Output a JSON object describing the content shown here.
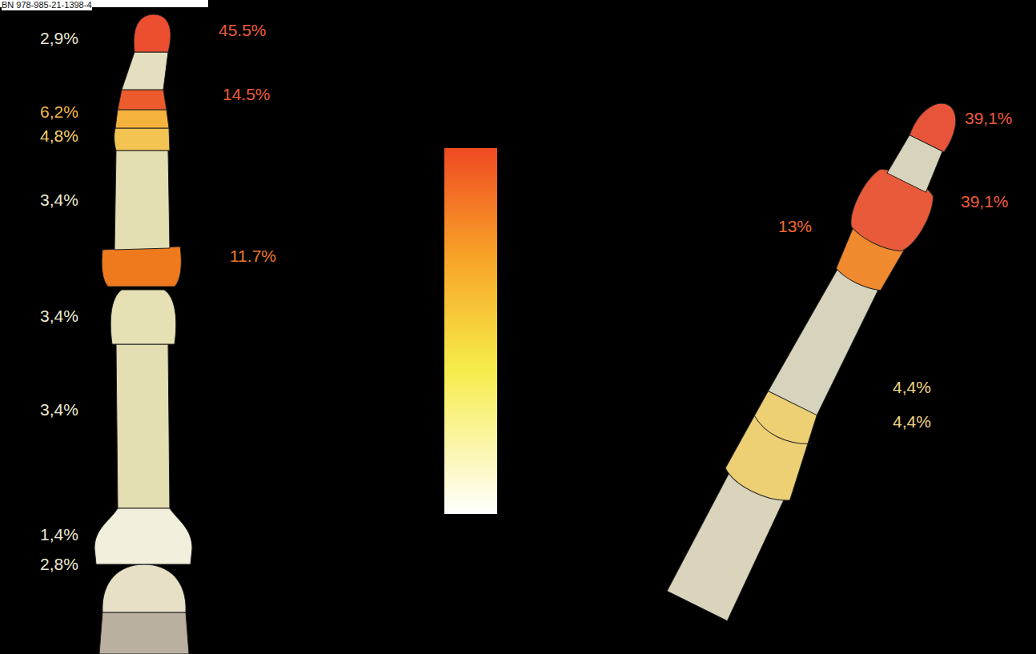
{
  "diagram": {
    "labels": [
      "BN 978-985-21-1398-4",
      "45.5%",
      "2,9%",
      "14.5%",
      "6,2%",
      "4,8%",
      "3,4%",
      "11.7%",
      "3,4%",
      "3,4%",
      "1,4%",
      "2,8%",
      "39,1%",
      "39,1%",
      "13%",
      "4,4%",
      "4,4%"
    ]
  }
}
